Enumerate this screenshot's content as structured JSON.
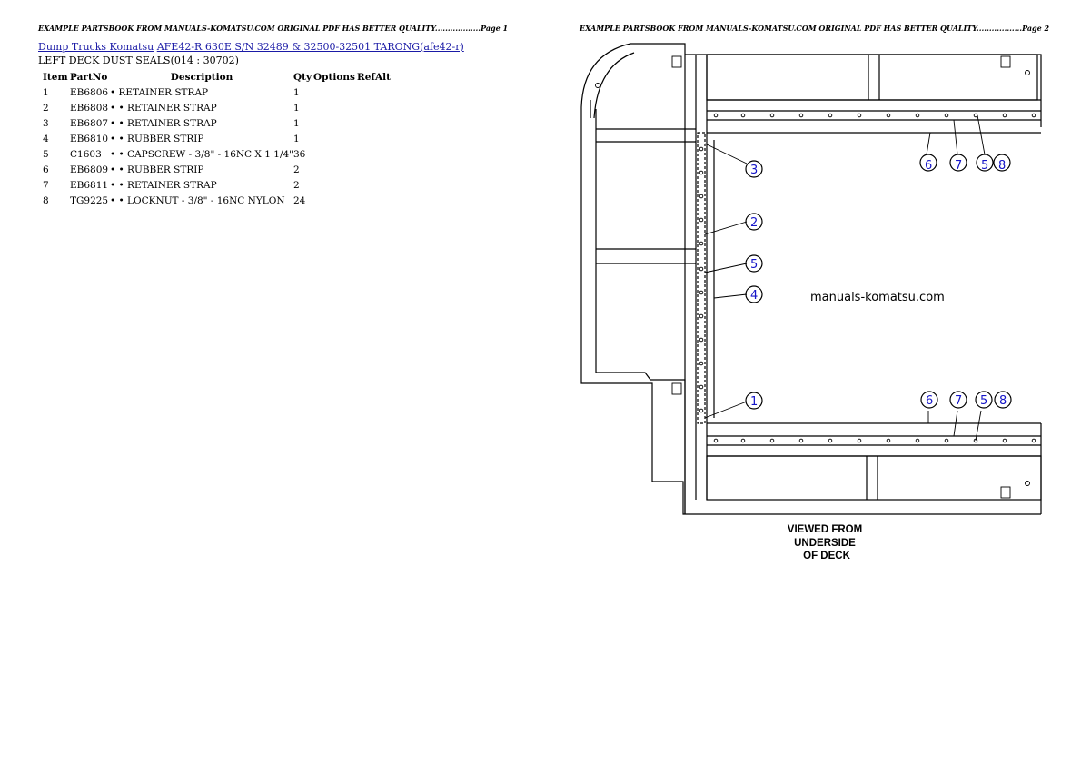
{
  "headers": {
    "page1": "EXAMPLE PARTSBOOK FROM MANUALS-KOMATSU.COM ORIGINAL PDF HAS BETTER QUALITY..................Page 1",
    "page2": "EXAMPLE PARTSBOOK FROM MANUALS-KOMATSU.COM ORIGINAL PDF HAS BETTER QUALITY..................Page 2"
  },
  "breadcrumb": {
    "link1": "Dump Trucks Komatsu",
    "link2": "AFE42-R 630E S/N  32489 & 32500-32501 TARONG(afe42-r)"
  },
  "subtitle": "LEFT DECK DUST SEALS(014 : 30702)",
  "table": {
    "columns": [
      "Item",
      "PartNo",
      "Description",
      "Qty",
      "Options",
      "Ref",
      "Alt"
    ],
    "rows": [
      {
        "item": "1",
        "partno": "EB6806",
        "desc": "• RETAINER STRAP",
        "qty": "1"
      },
      {
        "item": "2",
        "partno": "EB6808",
        "desc": "• • RETAINER STRAP",
        "qty": "1"
      },
      {
        "item": "3",
        "partno": "EB6807",
        "desc": "• • RETAINER STRAP",
        "qty": "1"
      },
      {
        "item": "4",
        "partno": "EB6810",
        "desc": "• • RUBBER STRIP",
        "qty": "1"
      },
      {
        "item": "5",
        "partno": "C1603",
        "desc": "• • CAPSCREW - 3/8\" - 16NC X 1 1/4\"",
        "qty": "36"
      },
      {
        "item": "6",
        "partno": "EB6809",
        "desc": "• • RUBBER STRIP",
        "qty": "2"
      },
      {
        "item": "7",
        "partno": "EB6811",
        "desc": "• • RETAINER STRAP",
        "qty": "2"
      },
      {
        "item": "8",
        "partno": "TG9225",
        "desc": "• • LOCKNUT - 3/8\" - 16NC NYLON",
        "qty": "24"
      }
    ]
  },
  "diagram": {
    "watermark": "manuals-komatsu.com",
    "caption_line1": "VIEWED FROM",
    "caption_line2": "UNDERSIDE",
    "caption_line3": "OF DECK",
    "callouts": {
      "c3": "3",
      "c2": "2",
      "c5a": "5",
      "c4": "4",
      "c1": "1",
      "t6": "6",
      "t7": "7",
      "t5": "5",
      "t8": "8",
      "b6": "6",
      "b7": "7",
      "b5": "5",
      "b8": "8"
    },
    "callout_color": "#1515c8"
  }
}
